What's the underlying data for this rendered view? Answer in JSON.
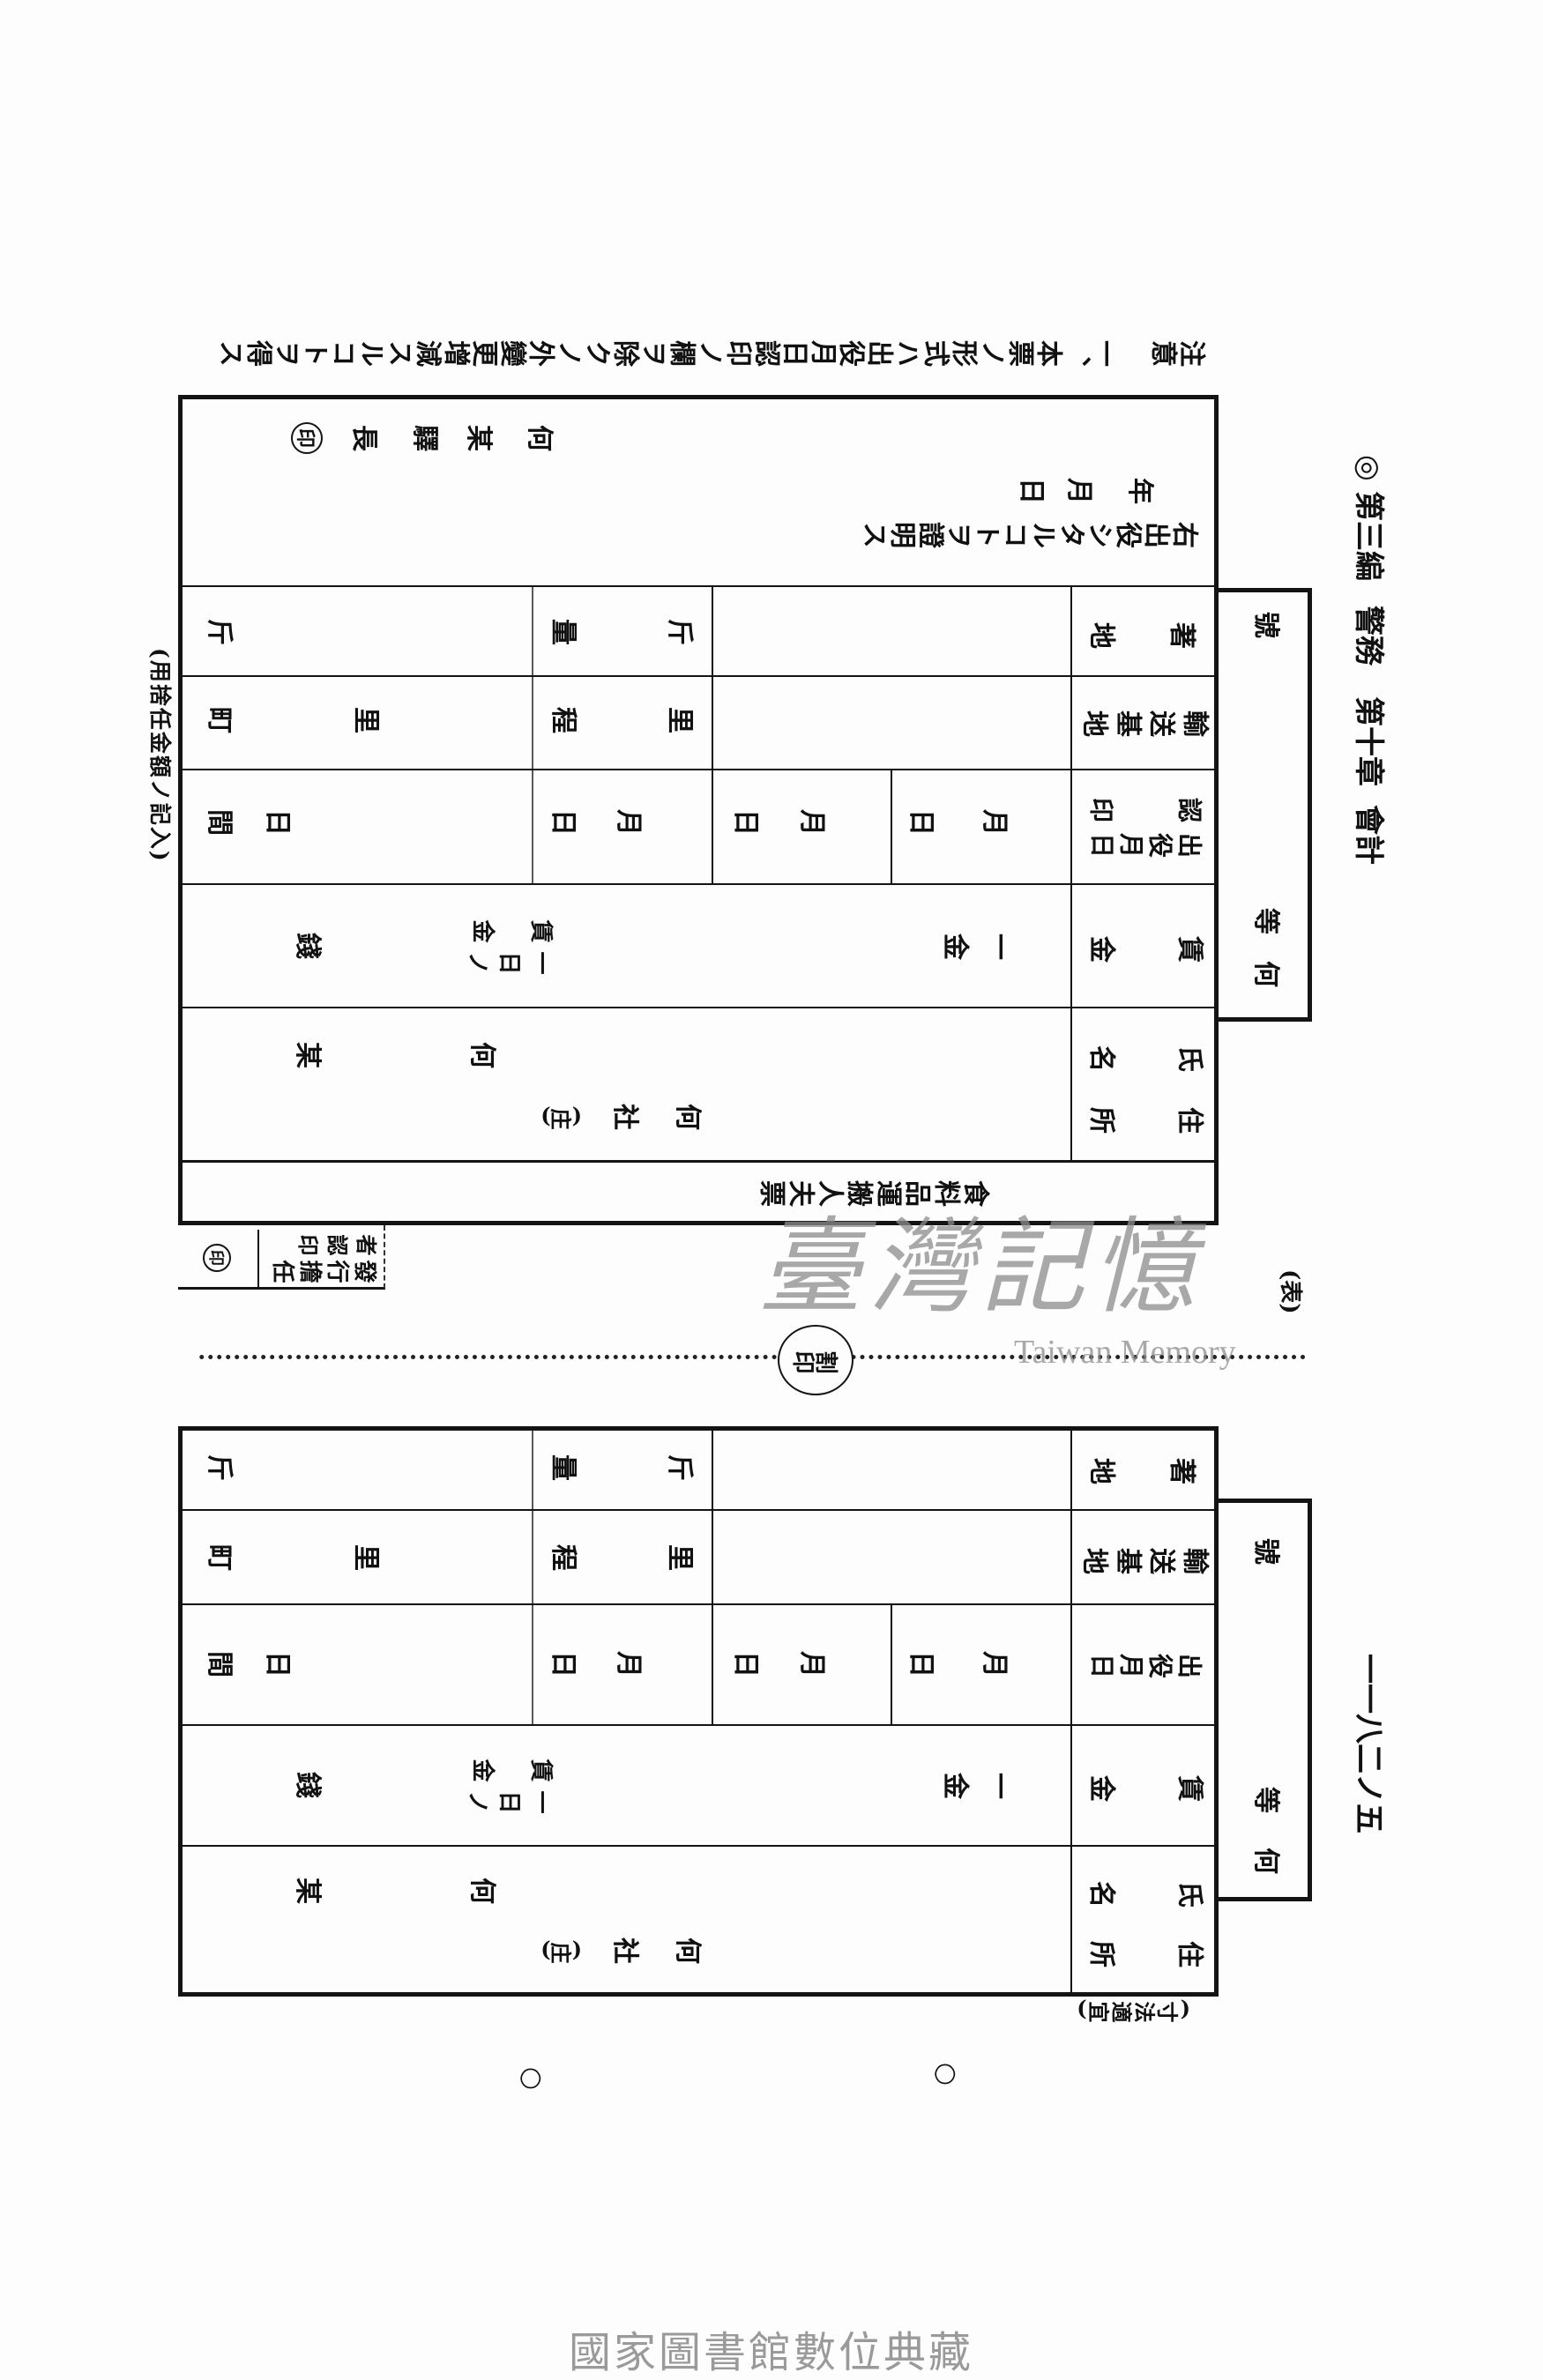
{
  "header": {
    "mark": "◎",
    "part": "第三編",
    "section": "警務",
    "chapter": "第十章",
    "subject": "會計"
  },
  "page_number": "一一八二ノ五",
  "note": {
    "label": "注意",
    "item": "一、本票ノ形式ハ出役月日認印ノ欄ヲ除クノ外變更增減スルコトヲ得ス"
  },
  "face_label": "(表)",
  "size_note": "(寸法適宜)",
  "paper_note": "(用捨任金額ノ記入)",
  "tally_seal": "割印",
  "issuer": {
    "label_1": "發行擔任",
    "label_2": "者認印",
    "seal": "印"
  },
  "ticket_title": "食料品運搬人夫票",
  "number_box": {
    "number": "號",
    "grade_1": "等",
    "grade_2": "何"
  },
  "columns": {
    "destination": "著地",
    "base": "輸送基地",
    "work_date": "出役月日",
    "approval": "認印",
    "wage": "賃金",
    "address": "住所",
    "name": "氏名"
  },
  "cells": {
    "catty": "斤",
    "weight": "量",
    "ri": "里",
    "distance": "程",
    "town": "町",
    "month": "月",
    "day": "日",
    "interval": "間",
    "amount": "一金",
    "daily_1": "一日ノ",
    "daily_2": "賃金",
    "sen": "錢",
    "any": "何",
    "person": "某",
    "village": "社",
    "village_suffix": "(庄)"
  },
  "certification": {
    "text": "右出役シタルコトヲ證明ス",
    "year": "年",
    "month": "月",
    "day": "日",
    "official": [
      "何",
      "某",
      "驛",
      "長"
    ],
    "seal": "印"
  },
  "punch_marks": [
    "○",
    "○"
  ],
  "watermark": {
    "logo": "臺灣記憶",
    "latin": "Taiwan Memory"
  },
  "footer": "國家圖書館數位典藏"
}
